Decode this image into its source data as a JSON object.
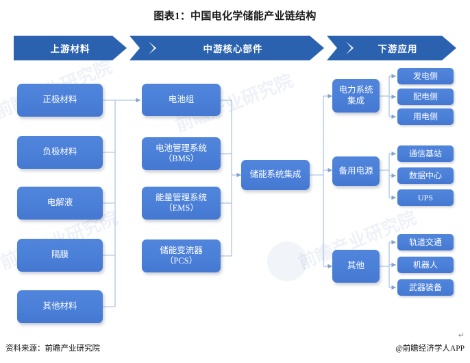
{
  "title": "图表1：中国电化学储能产业链结构",
  "accent_color": "#2A62B0",
  "node_color": "#4B80D8",
  "banner": {
    "segments": [
      {
        "label": "上游材料"
      },
      {
        "label": "中游核心部件"
      },
      {
        "label": "下游应用"
      }
    ]
  },
  "upstream": {
    "items": [
      {
        "label": "正极材料"
      },
      {
        "label": "负极材料"
      },
      {
        "label": "电解液"
      },
      {
        "label": "隔膜"
      },
      {
        "label": "其他材料"
      }
    ]
  },
  "midstream": {
    "items": [
      {
        "label": "电池组"
      },
      {
        "label": "电池管理系统\n（BMS）"
      },
      {
        "label": "能量管理系统\n（EMS）"
      },
      {
        "label": "储能变流器\n（PCS）"
      }
    ]
  },
  "integration": {
    "label": "储能系统集成"
  },
  "downstream": {
    "groups": [
      {
        "label": "电力系统\n集成",
        "children": [
          {
            "label": "发电侧"
          },
          {
            "label": "配电侧"
          },
          {
            "label": "用电侧"
          }
        ]
      },
      {
        "label": "备用电源",
        "children": [
          {
            "label": "通信基站"
          },
          {
            "label": "数据中心"
          },
          {
            "label": "UPS"
          }
        ]
      },
      {
        "label": "其他",
        "children": [
          {
            "label": "轨道交通"
          },
          {
            "label": "机器人"
          },
          {
            "label": "武器装备"
          }
        ]
      }
    ]
  },
  "footer": {
    "source": "资料来源：前瞻产业研究院",
    "credit": "@前瞻经济学人APP",
    "pilcrow": "↵"
  },
  "watermark": {
    "text_a": "前瞻产业研究院",
    "text_b": "前瞻产业研究院"
  }
}
